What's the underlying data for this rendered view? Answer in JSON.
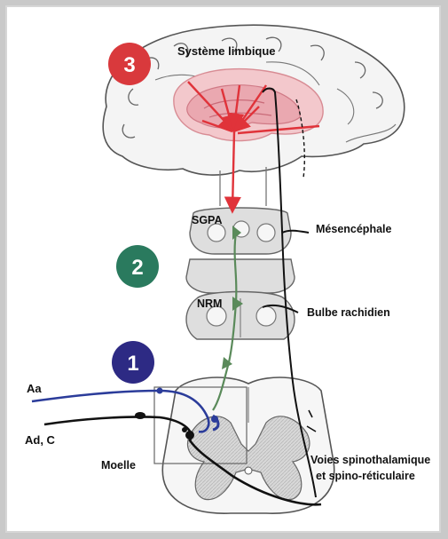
{
  "labels": {
    "limbic": "Système limbique",
    "sgpa": "SGPA",
    "mesencephale": "Mésencéphale",
    "nrm": "NRM",
    "bulbe": "Bulbe rachidien",
    "aa": "Aa",
    "adc": "Ad, C",
    "moelle": "Moelle",
    "voies_line1": "Voies spinothalamique",
    "voies_line2": "et spino-réticulaire"
  },
  "levels": [
    {
      "number": "3",
      "color": "#d9393c"
    },
    {
      "number": "2",
      "color": "#2a7a5e"
    },
    {
      "number": "1",
      "color": "#2d2a84"
    }
  ],
  "colors": {
    "limbic_pathway": "#e0333a",
    "descending_pathway": "#5a8a5a",
    "aa_fiber": "#2b3c9a",
    "ascending_pathway": "#111111",
    "brainstem_fill": "#dedede",
    "grey_matter": "#c4c4c4"
  }
}
